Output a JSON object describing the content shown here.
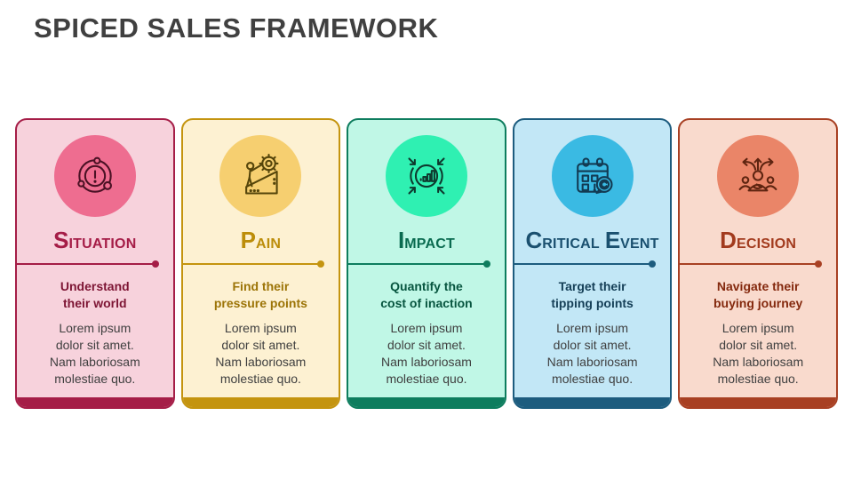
{
  "slide": {
    "title": "SPICED SALES FRAMEWORK",
    "title_color": "#404040",
    "background": "#ffffff",
    "body_text_color": "#3f3f3f"
  },
  "cards": [
    {
      "title": "Situation",
      "icon": "alert-network-icon",
      "subtitle_lines": [
        "Understand",
        "their world"
      ],
      "body_lines": [
        "Lorem ipsum",
        "dolor sit amet.",
        "Nam laboriosam",
        "molestiae quo."
      ],
      "colors": {
        "background": "#f7d2dc",
        "accent": "#a51d47",
        "circle": "#ee6d90",
        "title": "#a51d47",
        "subtitle": "#7d1534",
        "icon_stroke": "#4a1124"
      }
    },
    {
      "title": "Pain",
      "icon": "effort-gear-icon",
      "subtitle_lines": [
        "Find their",
        "pressure points"
      ],
      "body_lines": [
        "Lorem ipsum",
        "dolor sit amet.",
        "Nam laboriosam",
        "molestiae quo."
      ],
      "colors": {
        "background": "#fdf1d2",
        "accent": "#c4940f",
        "circle": "#f6cf70",
        "title": "#bc8d0a",
        "subtitle": "#9c7407",
        "icon_stroke": "#55450a"
      }
    },
    {
      "title": "Impact",
      "icon": "converging-chart-icon",
      "subtitle_lines": [
        "Quantify the",
        "cost of inaction"
      ],
      "body_lines": [
        "Lorem ipsum",
        "dolor sit amet.",
        "Nam laboriosam",
        "molestiae quo."
      ],
      "colors": {
        "background": "#c0f7e6",
        "accent": "#0e7d5e",
        "circle": "#2ff0b2",
        "title": "#0a6b50",
        "subtitle": "#07553f",
        "icon_stroke": "#0e3a2f"
      }
    },
    {
      "title": "Critical Event",
      "icon": "calendar-alert-icon",
      "subtitle_lines": [
        "Target their",
        "tipping points"
      ],
      "body_lines": [
        "Lorem ipsum",
        "dolor sit amet.",
        "Nam laboriosam",
        "molestiae quo."
      ],
      "colors": {
        "background": "#c2e7f6",
        "accent": "#1d5c7e",
        "circle": "#3abae3",
        "title": "#1a506f",
        "subtitle": "#153f57",
        "icon_stroke": "#123a52"
      }
    },
    {
      "title": "Decision",
      "icon": "decision-paths-icon",
      "subtitle_lines": [
        "Navigate their",
        "buying journey"
      ],
      "body_lines": [
        "Lorem ipsum",
        "dolor sit amet.",
        "Nam laboriosam",
        "molestiae quo."
      ],
      "colors": {
        "background": "#f9dacd",
        "accent": "#a84023",
        "circle": "#ea8568",
        "title": "#a23a1d",
        "subtitle": "#84290e",
        "icon_stroke": "#5e2410"
      }
    }
  ]
}
